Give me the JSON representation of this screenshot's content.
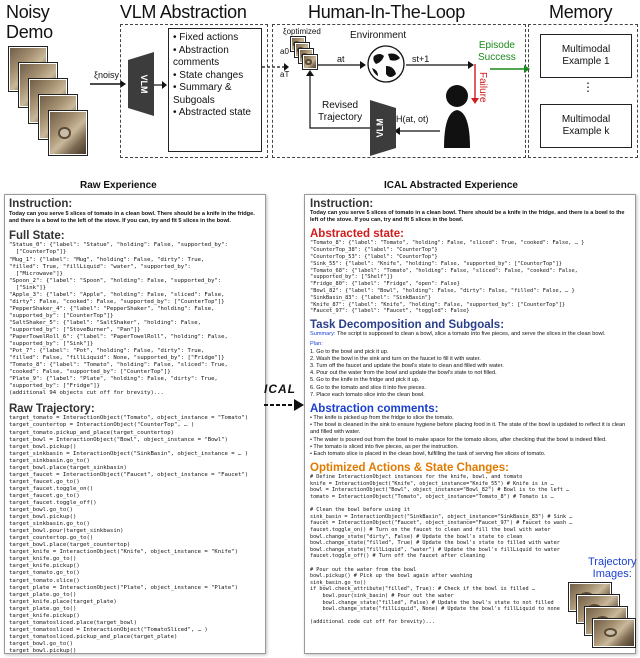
{
  "header": {
    "noisy_demo": "Noisy\nDemo",
    "vlm_abstraction": "VLM Abstraction",
    "human_in_the_loop": "Human-In-The-Loop",
    "memory": "Memory",
    "xi_noisy": "ξnoisy",
    "vlm": "VLM",
    "bullets": [
      "Fixed actions",
      "Abstraction comments",
      "State changes",
      "Summary & Subgoals",
      "Abstracted state"
    ],
    "xi_optimized": "ξoptimized",
    "a0": "a0",
    "aT": "aT",
    "environment": "Environment",
    "at": "at",
    "st1": "st+1",
    "episode_success": "Episode\nSuccess",
    "failure": "Failure",
    "revised_trajectory": "Revised\nTrajectory",
    "feedback": "H(at, ot)",
    "example1": "Multimodal\nExample 1",
    "ellipsis": "⋮",
    "examplek": "Multimodal\nExample k",
    "colors": {
      "success": "#1a8a1a",
      "failure": "#d01c1c",
      "orange": "#e07b00",
      "blue": "#1a3fd0",
      "green": "#1a7a1a"
    }
  },
  "raw": {
    "title": "Raw Experience",
    "instruction_h": "Instruction:",
    "instruction": "Today can you serve 5 slices of tomato in a clean bowl. There should be a knife in the fridge. and there is a bowl to the left of the stove. If you can, try and fit 5 slices in the bowl.",
    "fullstate_h": "Full State:",
    "fullstate": "\"Statue_0\": {\"label\": \"Statue\", \"holding\": False, \"supported_by\":\n  [\"CounterTop\"]}\n\"Mug_1\": {\"label\": \"Mug\", \"holding\": False, \"dirty\": True,\n\"filled\": True, \"fillLiquid\": \"water\", \"supported_by\":\n  [\"Microwave\"]}\n\"Spoon_2\": {\"label\": \"Spoon\", \"holding\": False, \"supported_by\":\n  [\"Sink\"]}\n\"Apple_3\": {\"label\": \"Apple\", \"holding\": False, \"sliced\": False,\n\"dirty\": False, \"cooked\": False, \"supported_by\": [\"CounterTop\"]}\n\"PepperShaker_4\": {\"label\": \"PepperShaker\", \"holding\": False,\n\"supported_by\": [\"CounterTop\"]}\n\"SaltShaker_5\": {\"label\": \"SaltShaker\", \"holding\": False,\n\"supported_by\": [\"StoveBurner\", \"Pan\"]}\n\"PaperTowelRoll_6\": {\"label\": \"PaperTowelRoll\", \"holding\": False,\n\"supported_by\": [\"Sink\"]}\n\"Pot_7\": {\"label\": \"Pot\", \"holding\": False, \"dirty\": True,\n\"filled\": False, \"fillLiquid\": None, \"supported_by\": [\"Fridge\"]}\n\"Tomato_8\": {\"label\": \"Tomato\", \"holding\": False, \"sliced\": True,\n\"cooked\": False, \"supported_by\": [\"CounterTop\"]}\n\"Plate_9\": {\"label\": \"Plate\", \"holding\": False, \"dirty\": True,\n\"supported_by\": [\"Fridge\"]}\n(additional 94 objects cut off for brevity)...",
    "trajectory_h": "Raw Trajectory:",
    "trajectory": "target_tomato = InteractionObject(\"Tomato\", object_instance = \"Tomato\")\ntarget_countertop = InteractionObject(\"CounterTop\", … )\ntarget_tomato.pickup_and_place(target_countertop)\ntarget_bowl = InteractionObject(\"Bowl\", object_instance = \"Bowl\")\ntarget_bowl.pickup()\ntarget_sinkbasin = InteractionObject(\"SinkBasin\", object_instance = … )\ntarget_sinkbasin.go_to()\ntarget_bowl.place(target_sinkbasin)\ntarget_faucet = InteractionObject(\"Faucet\", object_instance = \"Faucet\")\ntarget_faucet.go_to()\ntarget_faucet.toggle_on()\ntarget_faucet.go_to()\ntarget_faucet.toggle_off()\ntarget_bowl.go_to()\ntarget_bowl.pickup()\ntarget_sinkbasin.go_to()\ntarget_bowl.pour(target_sinkbasin)\ntarget_countertop.go_to()\ntarget_bowl.place(target_countertop)\ntarget_knife = InteractionObject(\"Knife\", object_instance = \"Knife\")\ntarget_knife.go_to()\ntarget_knife.pickup()\ntarget_tomato.go_to()\ntarget_tomato.slice()\ntarget_plate = InteractionObject(\"Plate\", object_instance = \"Plate\")\ntarget_plate.go_to()\ntarget_knife.place(target_plate)\ntarget_plate.go_to()\ntarget_knife.pickup()\ntarget_tomatosliced.place(target_bowl)\ntarget_tomatosliced = InteractionObject(\"TomatoSliced\", … )\ntarget_tomatosliced.pickup_and_place(target_plate)\ntarget_bowl.go_to()\ntarget_bowl.pickup()\ntarget_tomatosliced.go_to()\ntarget_tomatosliced.place(target_bowl)\ntarget_tomatosliced.pickup_and_place(target_bowl)"
  },
  "arrow_label": "ICAL",
  "ical": {
    "title": "ICAL Abstracted Experience",
    "instruction_h": "Instruction:",
    "instruction": "Today can you serve 5 slices of tomato in a clean bowl. There should be a knife in the fridge. and there is a bowl to the left of the stove. If you can, try and fit 5 slices in the bowl.",
    "abstracted_h": "Abstracted state:",
    "abstracted": "\"Tomato_8\": {\"label\": \"Tomato\", \"holding\": False, \"sliced\": True, \"cooked\": False, … }\n\"CounterTop_38\": {\"label\": \"CounterTop\"}\n\"CounterTop_53\": {\"label\": \"CounterTop\"}\n\"Sink_55\": {\"label\": \"Knife\", \"holding\": False, \"supported_by\": [\"CounterTop\"]}\n\"Tomato_68\": {\"label\": \"Tomato\", \"holding\": False, \"sliced\": False, \"cooked\": False,\n\"supported_by\": [\"Shelf\"]}\n\"Fridge_80\": {\"label\": \"Fridge\", \"open\": False}\n\"Bowl_82\": {\"label\": \"Bowl\", \"holding\": False, \"dirty\": False, \"filled\": False, … }\n\"SinkBasin_83\": {\"label\": \"SinkBasin\"}\n\"Knife_87\": {\"label\": \"Knife\", \"holding\": False, \"supported_by\": [\"CounterTop\"]}\n\"Faucet_97\": {\"label\": \"Faucet\", \"toggled\": False}",
    "task_h": "Task Decomposition and Subgoals:",
    "summary_label": "Summary:",
    "summary": "The script is supposed to clean a bowl, slice a tomato into five pieces, and serve the slices in the clean bowl.",
    "plan_label": "Plan:",
    "plan": [
      "1. Go to the bowl and pick it up.",
      "2. Wash the bowl in the sink and turn on the faucet to fill it with water.",
      "3. Turn off the faucet and update the bowl's state to clean and filled with water.",
      "4. Pour out the water from the bowl and update the bowl's state to not filled.",
      "5. Go to the knife in the fridge and pick it up.",
      "6. Go to the tomato and slice it into five pieces.",
      "7. Place each tomato slice into the clean bowl."
    ],
    "comments_h": "Abstraction comments:",
    "comments": [
      "The knife is picked up from the fridge to slice the tomato.",
      "The bowl is cleaned in the sink to ensure hygiene before placing food in it. The state of the bowl is updated to reflect it is clean and filled with water.",
      "The water is poured out from the bowl to make space for the tomato slices, after checking that the bowl is indeed filled.",
      "The tomato is sliced into five pieces, as per the instruction.",
      "Each tomato slice is placed in the clean bowl, fulfilling the task of serving five slices of tomato."
    ],
    "optimized_h": "Optimized Actions & State Changes:",
    "code": "# Define InteractionObject instances for the knife, bowl, and tomato\nknife = InteractionObject(\"Knife\", object_instance=\"Knife_55\") # Knife is in …\nbowl = InteractionObject(\"Bowl\", object_instance=\"Bowl_82\") # Bowl is to the left …\ntomato = InteractionObject(\"Tomato\", object_instance=\"Tomato_8\") # Tomato is …\n\n# Clean the bowl before using it\nsink_basin = InteractionObject(\"SinkBasin\", object_instance=\"SinkBasin_83\") # Sink …\nfaucet = InteractionObject(\"Faucet\", object_instance=\"Faucet_97\") # Faucet to wash …\nfaucet.toggle_on() # Turn on the faucet to clean and fill the bowl with water\nbowl.change_state(\"dirty\", False) # Update the bowl's state to clean\nbowl.change_state(\"filled\", True) # Update the bowl's state to filled with water\nbowl.change_state(\"fillLiquid\", \"water\") # Update the bowl's fillLiquid to water\nfaucet.toggle_off() # Turn off the faucet after cleaning\n\n# Pour out the water from the bowl\nbowl.pickup() # Pick up the bowl again after washing\nsink_basin.go_to()\nif bowl.check_attribute(\"filled\", True): # Check if the bowl is filled …\n    bowl.pour(sink_basin) # Pour out the water\n    bowl.change_state(\"filled\", False) # Update the bowl's state to not filled\n    bowl.change_state(\"fillLiquid\", None) # Update the bowl's fillLiquid to none\n\n(additional code cut off for brevity)...",
    "trajectory_images": "Trajectory\nImages:"
  }
}
